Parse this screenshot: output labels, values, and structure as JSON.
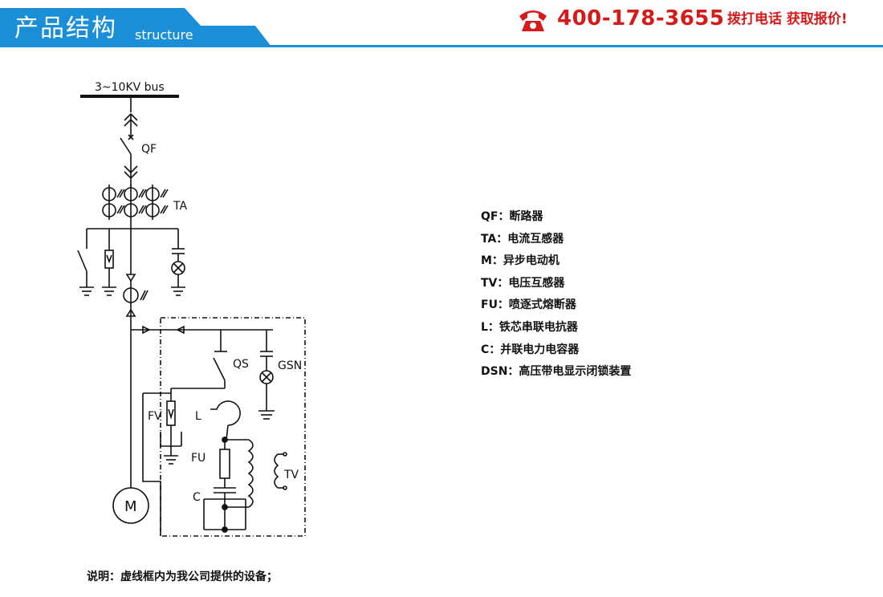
{
  "header": {
    "title": "产品结构",
    "subtitle": "structure",
    "phone": "400-178-3655",
    "call_text": "拨打电话 获取报价!",
    "accent_color": "#1a8fd8",
    "phone_color": "#d61a1a"
  },
  "diagram": {
    "bus_label": "3~10KV bus",
    "qf_label": "QF",
    "ta_label": "TA",
    "qs_label": "QS",
    "gsn_label": "GSN",
    "fv_label": "FV",
    "l_label": "L",
    "fu_label": "FU",
    "tv_label": "TV",
    "c_label": "C",
    "motor_label": "M"
  },
  "legend": [
    "QF：断路器",
    "TA：电流互感器",
    "M：异步电动机",
    "TV：电压互感器",
    "FU：喷逐式熔断器",
    "L：铁芯串联电抗器",
    "C：并联电力电容器",
    "DSN：高压带电显示闭锁装置"
  ],
  "note": "说明：虚线框内为我公司提供的设备；"
}
